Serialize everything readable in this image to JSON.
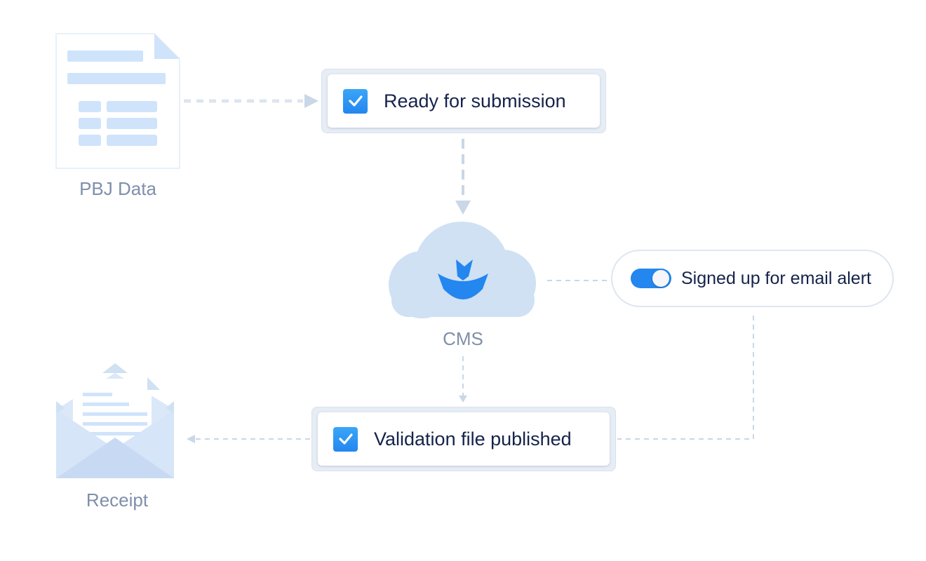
{
  "nodes": {
    "source": {
      "label": "PBJ Data",
      "icon": "document-icon"
    },
    "step_ready": {
      "label": "Ready for submission",
      "icon": "checkbox-checked-icon"
    },
    "cms": {
      "label": "CMS",
      "icon": "cloud-icon"
    },
    "alert": {
      "label": "Signed up for email alert",
      "toggle_on": true
    },
    "step_published": {
      "label": "Validation file published",
      "icon": "checkbox-checked-icon"
    },
    "receipt": {
      "label": "Receipt",
      "icon": "envelope-icon"
    }
  },
  "colors": {
    "accent": "#2486ef",
    "label_gray": "#7f8fab",
    "text_dark": "#15234b",
    "connector": "#c9d7e6",
    "icon_light": "#cfe3fb",
    "cloud": "#cfe1f3"
  }
}
